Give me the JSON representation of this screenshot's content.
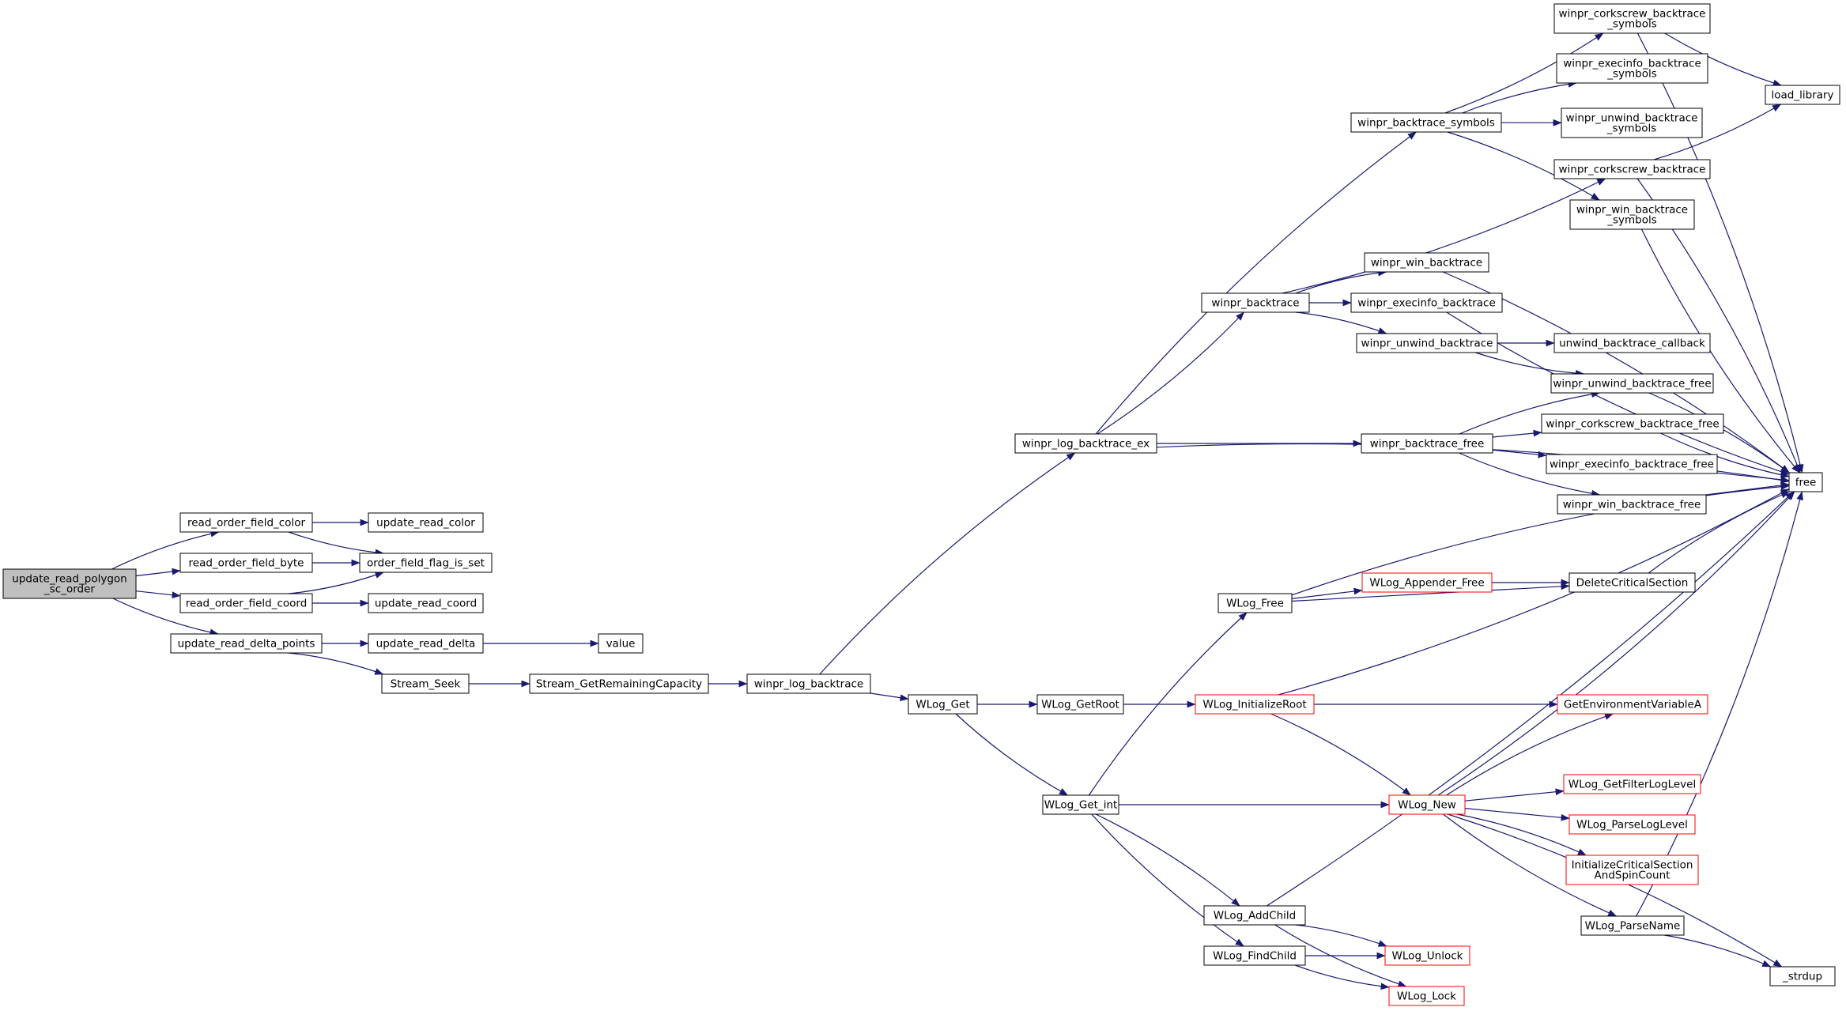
{
  "graph": {
    "colors": {
      "edge": "#191970",
      "node_border": "#000000",
      "node_border_truncated": "#ff0000",
      "node_fill": "#ffffff",
      "root_fill": "#bfbfbf"
    },
    "nodes": [
      {
        "id": "update_read_polygon_sc_order",
        "lines": [
          "update_read_polygon",
          "_sc_order"
        ],
        "style": "root"
      },
      {
        "id": "read_order_field_color",
        "lines": [
          "read_order_field_color"
        ]
      },
      {
        "id": "read_order_field_byte",
        "lines": [
          "read_order_field_byte"
        ]
      },
      {
        "id": "read_order_field_coord",
        "lines": [
          "read_order_field_coord"
        ]
      },
      {
        "id": "update_read_delta_points",
        "lines": [
          "update_read_delta_points"
        ]
      },
      {
        "id": "update_read_color",
        "lines": [
          "update_read_color"
        ]
      },
      {
        "id": "order_field_flag_is_set",
        "lines": [
          "order_field_flag_is_set"
        ]
      },
      {
        "id": "update_read_coord",
        "lines": [
          "update_read_coord"
        ]
      },
      {
        "id": "update_read_delta",
        "lines": [
          "update_read_delta"
        ]
      },
      {
        "id": "Stream_Seek",
        "lines": [
          "Stream_Seek"
        ]
      },
      {
        "id": "value",
        "lines": [
          "value"
        ]
      },
      {
        "id": "Stream_GetRemainingCapacity",
        "lines": [
          "Stream_GetRemainingCapacity"
        ]
      },
      {
        "id": "winpr_log_backtrace",
        "lines": [
          "winpr_log_backtrace"
        ]
      },
      {
        "id": "winpr_log_backtrace_ex",
        "lines": [
          "winpr_log_backtrace_ex"
        ]
      },
      {
        "id": "WLog_Get",
        "lines": [
          "WLog_Get"
        ]
      },
      {
        "id": "WLog_GetRoot",
        "lines": [
          "WLog_GetRoot"
        ]
      },
      {
        "id": "WLog_Get_int",
        "lines": [
          "WLog_Get_int"
        ]
      },
      {
        "id": "winpr_backtrace",
        "lines": [
          "winpr_backtrace"
        ]
      },
      {
        "id": "WLog_Free",
        "lines": [
          "WLog_Free"
        ]
      },
      {
        "id": "WLog_AddChild",
        "lines": [
          "WLog_AddChild"
        ]
      },
      {
        "id": "WLog_FindChild",
        "lines": [
          "WLog_FindChild"
        ]
      },
      {
        "id": "winpr_backtrace_symbols",
        "lines": [
          "winpr_backtrace_symbols"
        ]
      },
      {
        "id": "winpr_win_backtrace",
        "lines": [
          "winpr_win_backtrace"
        ]
      },
      {
        "id": "winpr_execinfo_backtrace",
        "lines": [
          "winpr_execinfo_backtrace"
        ]
      },
      {
        "id": "winpr_unwind_backtrace",
        "lines": [
          "winpr_unwind_backtrace"
        ]
      },
      {
        "id": "winpr_backtrace_free",
        "lines": [
          "winpr_backtrace_free"
        ]
      },
      {
        "id": "WLog_Appender_Free",
        "lines": [
          "WLog_Appender_Free"
        ],
        "style": "truncated"
      },
      {
        "id": "WLog_InitializeRoot",
        "lines": [
          "WLog_InitializeRoot"
        ],
        "style": "truncated"
      },
      {
        "id": "WLog_New",
        "lines": [
          "WLog_New"
        ],
        "style": "truncated"
      },
      {
        "id": "WLog_Unlock",
        "lines": [
          "WLog_Unlock"
        ],
        "style": "truncated"
      },
      {
        "id": "WLog_Lock",
        "lines": [
          "WLog_Lock"
        ],
        "style": "truncated"
      },
      {
        "id": "winpr_corkscrew_backtrace_symbols",
        "lines": [
          "winpr_corkscrew_backtrace",
          "_symbols"
        ]
      },
      {
        "id": "winpr_execinfo_backtrace_symbols",
        "lines": [
          "winpr_execinfo_backtrace",
          "_symbols"
        ]
      },
      {
        "id": "winpr_unwind_backtrace_symbols",
        "lines": [
          "winpr_unwind_backtrace",
          "_symbols"
        ]
      },
      {
        "id": "winpr_corkscrew_backtrace",
        "lines": [
          "winpr_corkscrew_backtrace"
        ]
      },
      {
        "id": "winpr_win_backtrace_symbols",
        "lines": [
          "winpr_win_backtrace",
          "_symbols"
        ]
      },
      {
        "id": "unwind_backtrace_callback",
        "lines": [
          "unwind_backtrace_callback"
        ]
      },
      {
        "id": "winpr_unwind_backtrace_free",
        "lines": [
          "winpr_unwind_backtrace_free"
        ]
      },
      {
        "id": "winpr_corkscrew_backtrace_free",
        "lines": [
          "winpr_corkscrew_backtrace_free"
        ]
      },
      {
        "id": "winpr_execinfo_backtrace_free",
        "lines": [
          "winpr_execinfo_backtrace_free"
        ]
      },
      {
        "id": "winpr_win_backtrace_free",
        "lines": [
          "winpr_win_backtrace_free"
        ]
      },
      {
        "id": "DeleteCriticalSection",
        "lines": [
          "DeleteCriticalSection"
        ]
      },
      {
        "id": "GetEnvironmentVariableA",
        "lines": [
          "GetEnvironmentVariableA"
        ],
        "style": "truncated"
      },
      {
        "id": "WLog_GetFilterLogLevel",
        "lines": [
          "WLog_GetFilterLogLevel"
        ],
        "style": "truncated"
      },
      {
        "id": "WLog_ParseLogLevel",
        "lines": [
          "WLog_ParseLogLevel"
        ],
        "style": "truncated"
      },
      {
        "id": "InitializeCriticalSectionAndSpinCount",
        "lines": [
          "InitializeCriticalSection",
          "AndSpinCount"
        ],
        "style": "truncated"
      },
      {
        "id": "WLog_ParseName",
        "lines": [
          "WLog_ParseName"
        ]
      },
      {
        "id": "load_library",
        "lines": [
          "load_library"
        ]
      },
      {
        "id": "free",
        "lines": [
          "free"
        ]
      },
      {
        "id": "_strdup",
        "lines": [
          "_strdup"
        ]
      }
    ],
    "edges": [
      [
        "update_read_polygon_sc_order",
        "read_order_field_color"
      ],
      [
        "update_read_polygon_sc_order",
        "read_order_field_byte"
      ],
      [
        "update_read_polygon_sc_order",
        "read_order_field_coord"
      ],
      [
        "update_read_polygon_sc_order",
        "update_read_delta_points"
      ],
      [
        "read_order_field_color",
        "update_read_color"
      ],
      [
        "read_order_field_color",
        "order_field_flag_is_set"
      ],
      [
        "read_order_field_byte",
        "order_field_flag_is_set"
      ],
      [
        "read_order_field_coord",
        "order_field_flag_is_set"
      ],
      [
        "read_order_field_coord",
        "update_read_coord"
      ],
      [
        "update_read_delta_points",
        "update_read_delta"
      ],
      [
        "update_read_delta_points",
        "Stream_Seek"
      ],
      [
        "update_read_delta",
        "value"
      ],
      [
        "Stream_Seek",
        "Stream_GetRemainingCapacity"
      ],
      [
        "Stream_GetRemainingCapacity",
        "winpr_log_backtrace"
      ],
      [
        "winpr_log_backtrace",
        "winpr_log_backtrace_ex"
      ],
      [
        "winpr_log_backtrace",
        "WLog_Get"
      ],
      [
        "WLog_Get",
        "WLog_GetRoot"
      ],
      [
        "WLog_Get",
        "WLog_Get_int"
      ],
      [
        "WLog_GetRoot",
        "WLog_InitializeRoot"
      ],
      [
        "winpr_log_backtrace_ex",
        "winpr_backtrace"
      ],
      [
        "winpr_log_backtrace_ex",
        "winpr_backtrace_symbols"
      ],
      [
        "winpr_log_backtrace_ex",
        "winpr_backtrace_free"
      ],
      [
        "winpr_log_backtrace_ex",
        "free"
      ],
      [
        "winpr_backtrace",
        "winpr_corkscrew_backtrace"
      ],
      [
        "winpr_backtrace",
        "winpr_win_backtrace"
      ],
      [
        "winpr_backtrace",
        "winpr_execinfo_backtrace"
      ],
      [
        "winpr_backtrace",
        "winpr_unwind_backtrace"
      ],
      [
        "winpr_backtrace_symbols",
        "winpr_corkscrew_backtrace_symbols"
      ],
      [
        "winpr_backtrace_symbols",
        "winpr_execinfo_backtrace_symbols"
      ],
      [
        "winpr_backtrace_symbols",
        "winpr_unwind_backtrace_symbols"
      ],
      [
        "winpr_backtrace_symbols",
        "winpr_win_backtrace_symbols"
      ],
      [
        "winpr_corkscrew_backtrace_symbols",
        "load_library"
      ],
      [
        "winpr_corkscrew_backtrace_symbols",
        "free"
      ],
      [
        "winpr_corkscrew_backtrace",
        "load_library"
      ],
      [
        "winpr_corkscrew_backtrace",
        "free"
      ],
      [
        "winpr_win_backtrace_symbols",
        "free"
      ],
      [
        "winpr_win_backtrace",
        "free"
      ],
      [
        "winpr_execinfo_backtrace",
        "free"
      ],
      [
        "winpr_unwind_backtrace",
        "unwind_backtrace_callback"
      ],
      [
        "winpr_unwind_backtrace",
        "winpr_unwind_backtrace_free"
      ],
      [
        "winpr_backtrace_free",
        "winpr_unwind_backtrace_free"
      ],
      [
        "winpr_backtrace_free",
        "winpr_corkscrew_backtrace_free"
      ],
      [
        "winpr_backtrace_free",
        "winpr_execinfo_backtrace_free"
      ],
      [
        "winpr_backtrace_free",
        "winpr_win_backtrace_free"
      ],
      [
        "winpr_unwind_backtrace_free",
        "free"
      ],
      [
        "winpr_corkscrew_backtrace_free",
        "free"
      ],
      [
        "winpr_execinfo_backtrace_free",
        "free"
      ],
      [
        "winpr_win_backtrace_free",
        "free"
      ],
      [
        "WLog_Get_int",
        "WLog_Free"
      ],
      [
        "WLog_Get_int",
        "WLog_New"
      ],
      [
        "WLog_Get_int",
        "WLog_AddChild"
      ],
      [
        "WLog_Get_int",
        "WLog_FindChild"
      ],
      [
        "WLog_Free",
        "WLog_Appender_Free"
      ],
      [
        "WLog_Free",
        "DeleteCriticalSection"
      ],
      [
        "WLog_Free",
        "free"
      ],
      [
        "WLog_Appender_Free",
        "DeleteCriticalSection"
      ],
      [
        "DeleteCriticalSection",
        "free"
      ],
      [
        "WLog_InitializeRoot",
        "GetEnvironmentVariableA"
      ],
      [
        "WLog_InitializeRoot",
        "WLog_New"
      ],
      [
        "WLog_InitializeRoot",
        "free"
      ],
      [
        "WLog_New",
        "GetEnvironmentVariableA"
      ],
      [
        "WLog_New",
        "free"
      ],
      [
        "WLog_New",
        "WLog_GetFilterLogLevel"
      ],
      [
        "WLog_New",
        "WLog_ParseLogLevel"
      ],
      [
        "WLog_New",
        "InitializeCriticalSectionAndSpinCount"
      ],
      [
        "WLog_New",
        "WLog_ParseName"
      ],
      [
        "WLog_New",
        "_strdup"
      ],
      [
        "WLog_ParseName",
        "free"
      ],
      [
        "WLog_ParseName",
        "_strdup"
      ],
      [
        "WLog_AddChild",
        "free"
      ],
      [
        "WLog_AddChild",
        "WLog_Unlock"
      ],
      [
        "WLog_AddChild",
        "WLog_Lock"
      ],
      [
        "WLog_FindChild",
        "WLog_Unlock"
      ],
      [
        "WLog_FindChild",
        "WLog_Lock"
      ]
    ]
  }
}
